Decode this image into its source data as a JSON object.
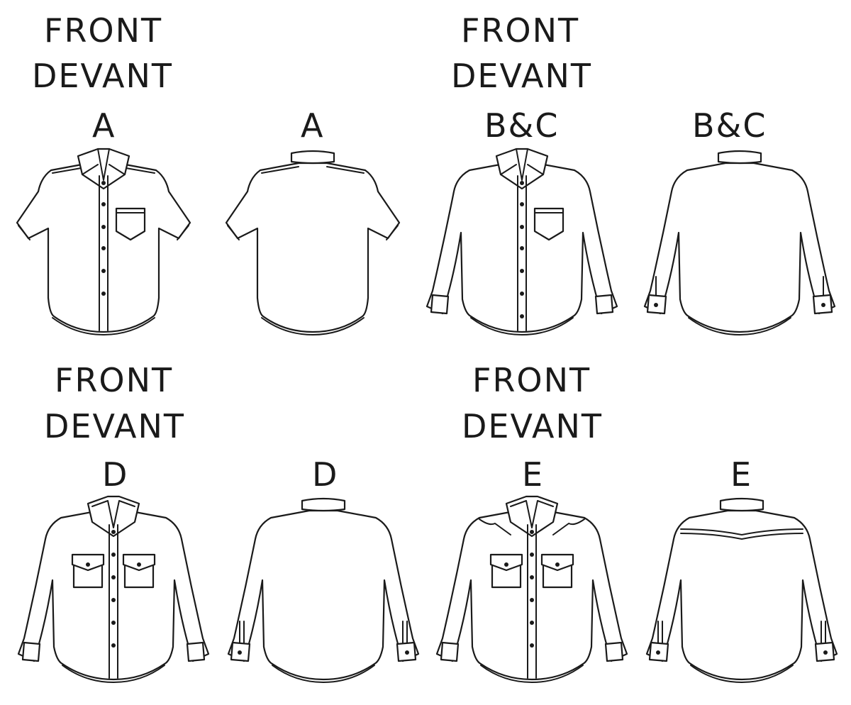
{
  "views": [
    {
      "key": "a_front",
      "front": "FRONT",
      "devant": "DEVANT",
      "view": "A"
    },
    {
      "key": "a_back",
      "view": "A"
    },
    {
      "key": "bc_front",
      "front": "FRONT",
      "devant": "DEVANT",
      "view": "B&C"
    },
    {
      "key": "bc_back",
      "view": "B&C"
    },
    {
      "key": "d_front",
      "front": "FRONT",
      "devant": "DEVANT",
      "view": "D"
    },
    {
      "key": "d_back",
      "view": "D"
    },
    {
      "key": "e_front",
      "front": "FRONT",
      "devant": "DEVANT",
      "view": "E"
    },
    {
      "key": "e_back",
      "view": "E"
    }
  ]
}
